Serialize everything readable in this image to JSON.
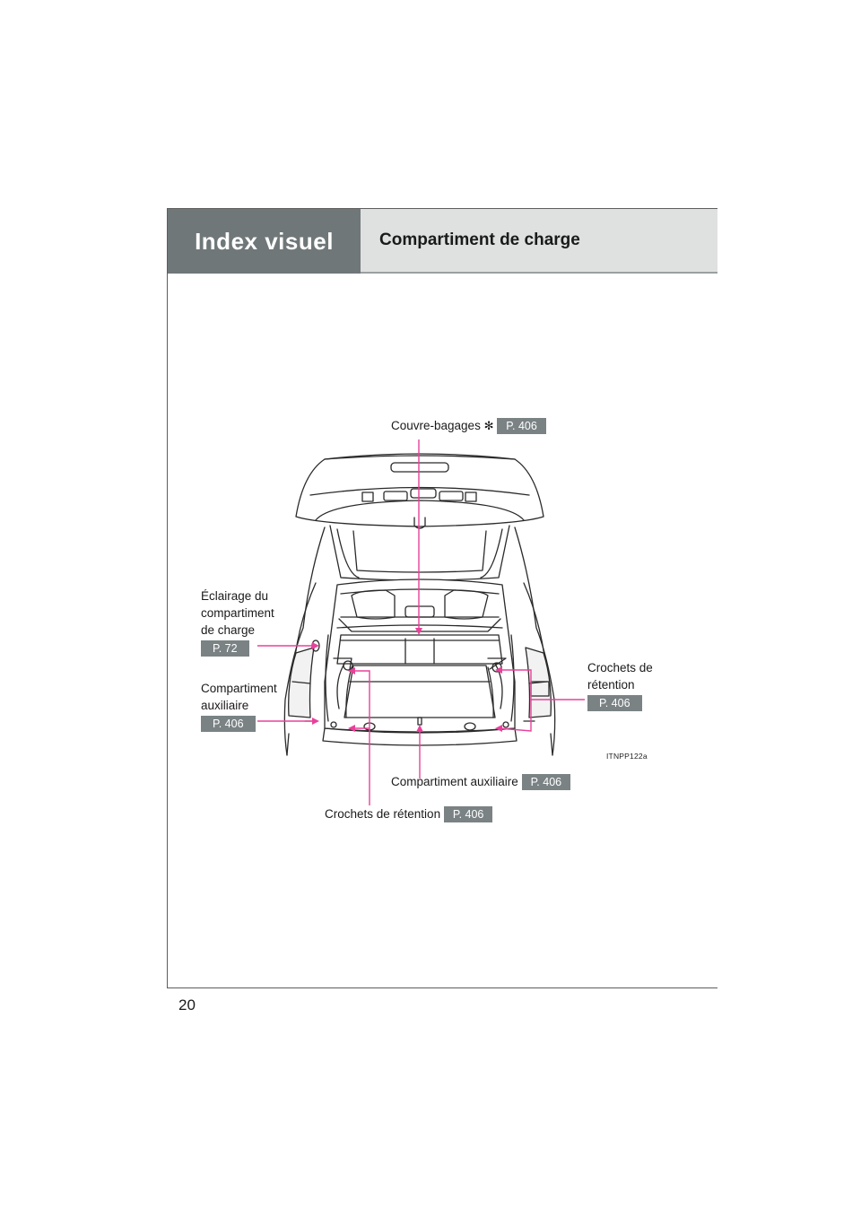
{
  "header": {
    "section_tab": "Index visuel",
    "title": "Compartiment de charge"
  },
  "page_number": "20",
  "image_code": "ITNPP122a",
  "accent_color": "#e8419a",
  "badge_color": "#7a8284",
  "callouts": {
    "tonneau_cover": {
      "label": "Couvre-bagages",
      "asterisk": "✻",
      "ref": "P. 406"
    },
    "cargo_light": {
      "line1": "Éclairage du",
      "line2": "compartiment",
      "line3": "de charge",
      "ref": "P. 72"
    },
    "aux_box_left": {
      "line1": "Compartiment",
      "line2": "auxiliaire",
      "ref": "P. 406"
    },
    "tie_down_right": {
      "line1": "Crochets de",
      "line2": "rétention",
      "ref": "P. 406"
    },
    "aux_box_bottom": {
      "label": "Compartiment auxiliaire",
      "ref": "P. 406"
    },
    "tie_down_bottom": {
      "label": "Crochets de rétention",
      "ref": "P. 406"
    }
  }
}
